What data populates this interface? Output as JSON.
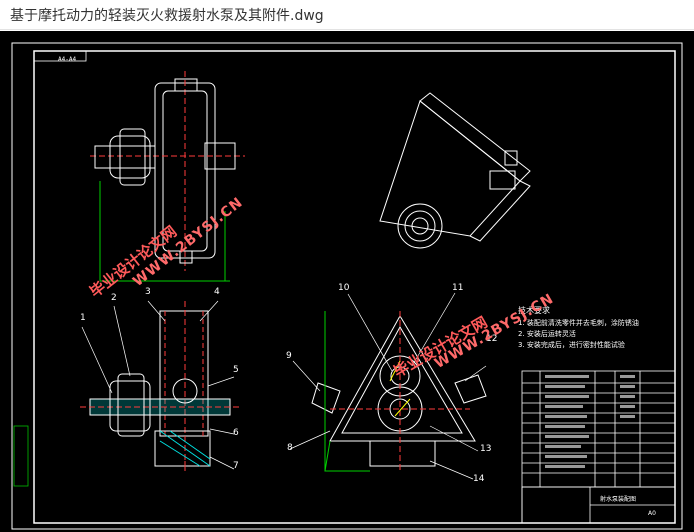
{
  "window": {
    "title": "基于摩托动力的轻装灭火救援射水泵及其附件.dwg"
  },
  "drawing": {
    "sheet_tag": "A4-A4",
    "part_numbers": [
      "1",
      "2",
      "3",
      "4",
      "5",
      "6",
      "7",
      "8",
      "9",
      "10",
      "11",
      "12",
      "13",
      "14"
    ],
    "notes_heading": "技术要求",
    "notes": [
      "1. 装配前清洗零件并去毛刺，涂防锈油",
      "2. 安装后运转灵活",
      "3. 安装完成后，进行密封性能试验"
    ],
    "title_block": {
      "name": "射水泵装配图",
      "scale": "A0"
    }
  },
  "watermarks": [
    {
      "cn": "毕业设计论文网",
      "url": "WWW.2BYSJ.CN"
    },
    {
      "cn": "毕业设计论文网",
      "url": "WWW.2BYSJ.CN"
    }
  ],
  "colors": {
    "background": "#000000",
    "linework": "#ffffff",
    "hatch": "#00e0e0",
    "dimension": "#00d000",
    "center": "#ff3b3b",
    "accent": "#ffff00"
  }
}
